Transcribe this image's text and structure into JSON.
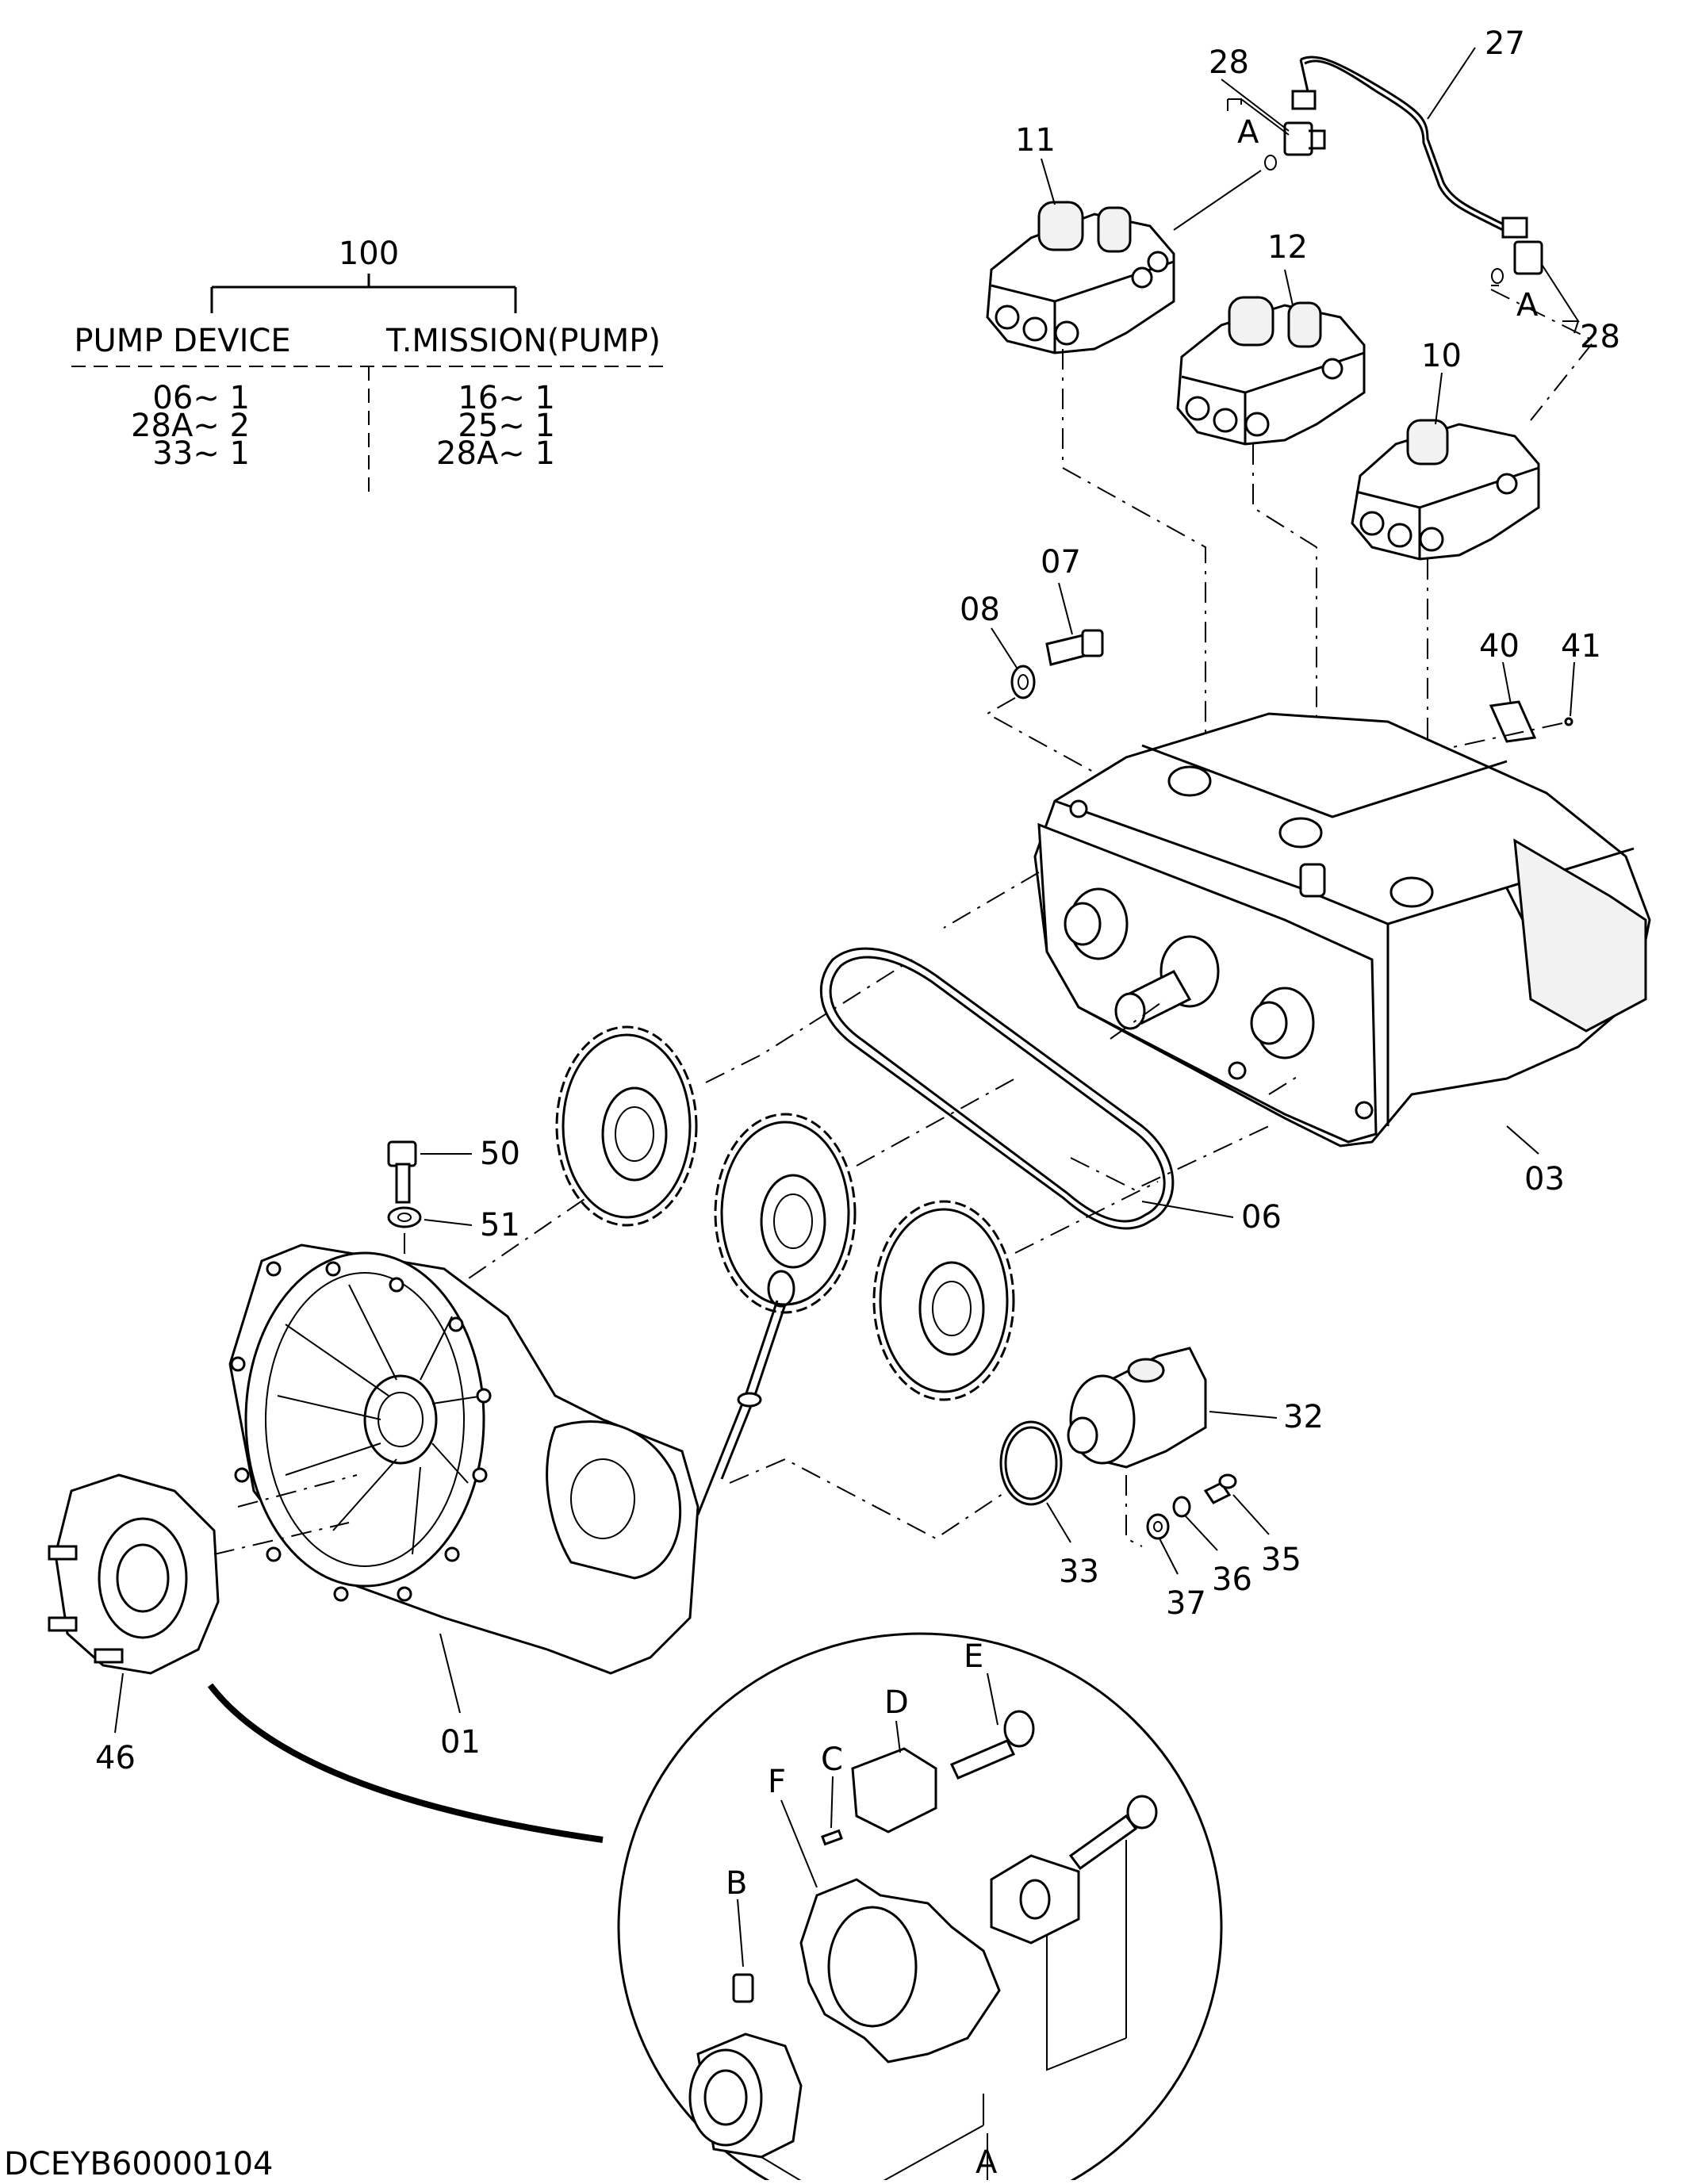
{
  "table": {
    "number": "100",
    "left_header": "PUMP DEVICE",
    "right_header": "T.MISSION(PUMP)",
    "left_rows": [
      "06~ 1",
      "28A~ 2",
      "33~ 1"
    ],
    "right_rows": [
      "16~ 1",
      "25~ 1",
      "28A~ 1"
    ]
  },
  "labels": {
    "p27": "27",
    "p28a": "28",
    "p28b": "28",
    "pA1": "A",
    "pA2": "A",
    "p11": "11",
    "p12": "12",
    "p10": "10",
    "p07": "07",
    "p08": "08",
    "p40": "40",
    "p41": "41",
    "p03": "03",
    "p06": "06",
    "p50": "50",
    "p51": "51",
    "p32": "32",
    "p33": "33",
    "p35": "35",
    "p36": "36",
    "p37": "37",
    "p01": "01",
    "p46": "46",
    "dA": "A",
    "dB": "B",
    "dC": "C",
    "dD": "D",
    "dE": "E",
    "dF": "F"
  },
  "footer_code": "DCEYB60000104"
}
